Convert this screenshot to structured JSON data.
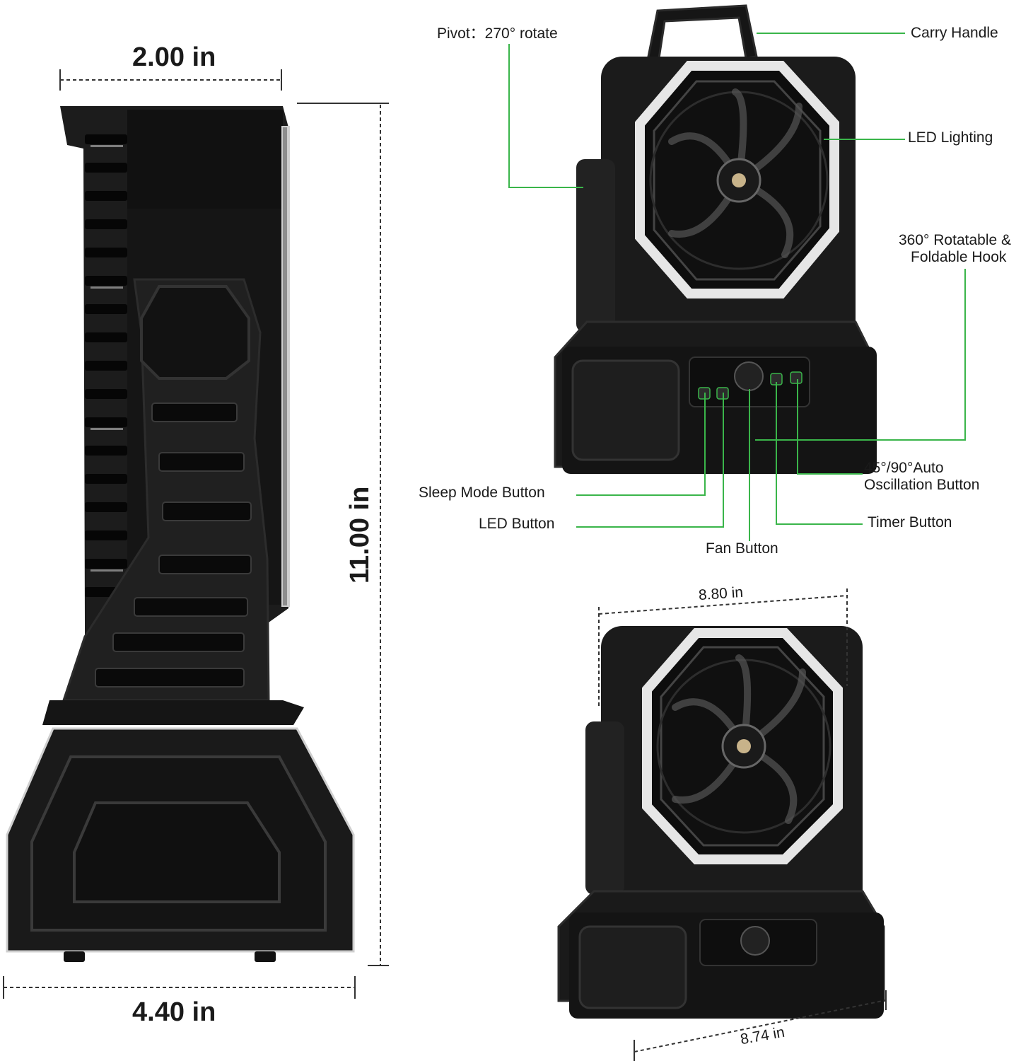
{
  "dimensions": {
    "side_depth": "2.00 in",
    "height": "11.00 in",
    "base_depth": "4.40 in",
    "top_width": "8.80 in",
    "base_width": "8.74 in"
  },
  "callouts": {
    "pivot": "Pivot：270° rotate",
    "carry_handle": "Carry Handle",
    "led_lighting": "LED Lighting",
    "hook_line1": "360° Rotatable &",
    "hook_line2": "Foldable Hook",
    "oscillation_line1": "45°/90°Auto",
    "oscillation_line2": "Oscillation Button",
    "sleep_mode": "Sleep Mode Button",
    "led_button": "LED Button",
    "timer_button": "Timer Button",
    "fan_button": "Fan Button"
  },
  "colors": {
    "callout_line": "#3ab54a",
    "product_body": "#1c1c1c",
    "product_dark": "#0d0d0d",
    "led_ring": "#e8e8e8"
  }
}
